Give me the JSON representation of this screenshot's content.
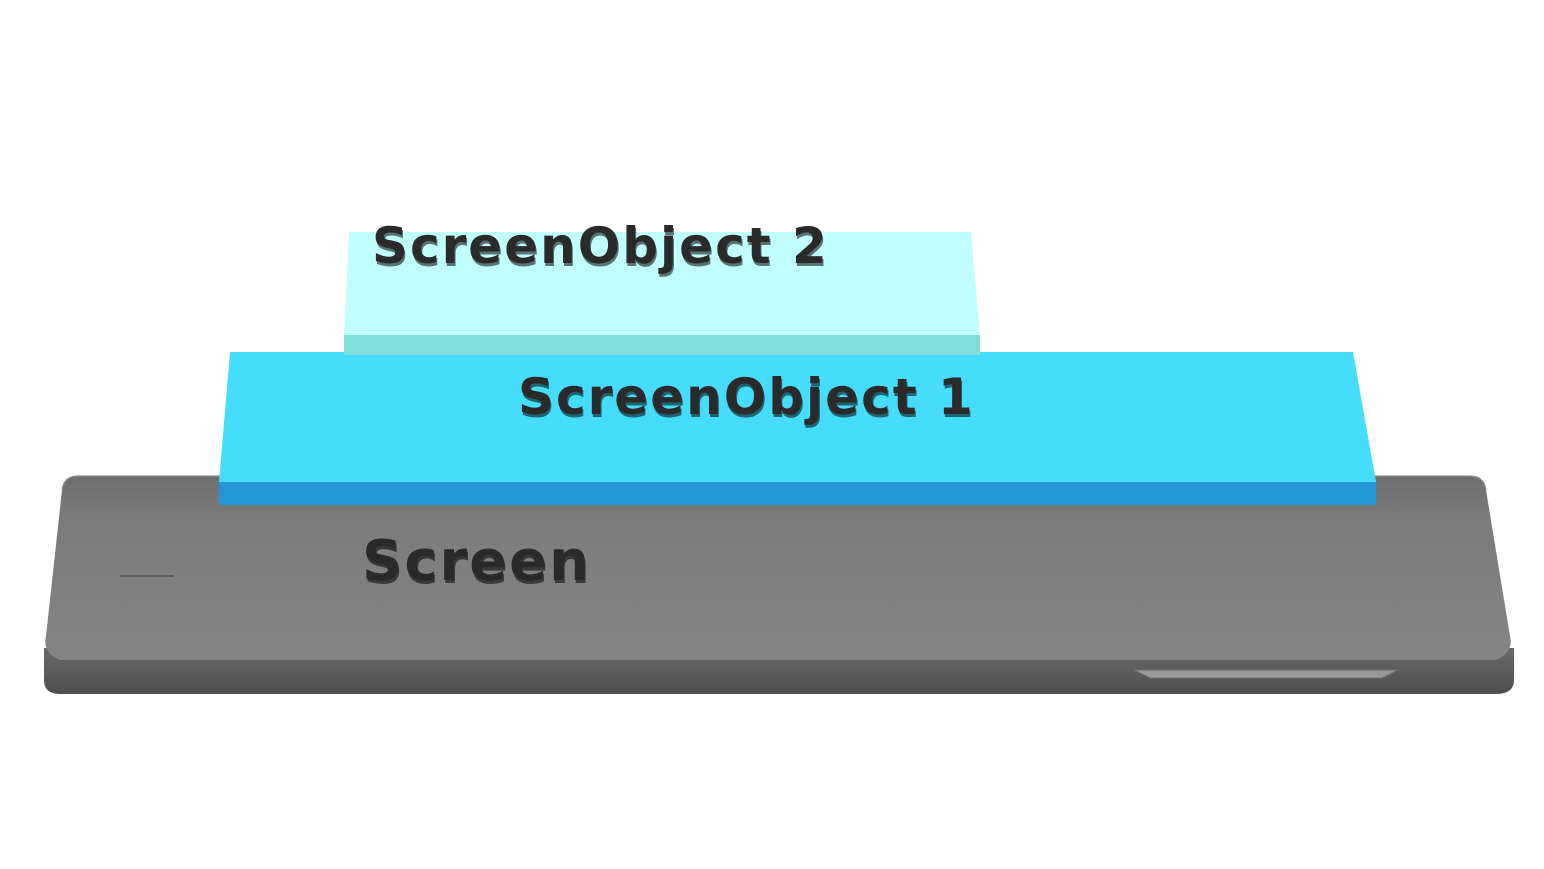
{
  "layers": {
    "screen": {
      "label": "Screen",
      "top_color": "#808080",
      "side_color": "#5a5a5a"
    },
    "screen_object_1": {
      "label": "ScreenObject 1",
      "top_color": "#45ddfb",
      "side_color": "#2498d6"
    },
    "screen_object_2": {
      "label": "ScreenObject 2",
      "top_color": "#c1ffff",
      "side_color": "#7fdfdb"
    }
  },
  "label_color": "#2b2b2b"
}
